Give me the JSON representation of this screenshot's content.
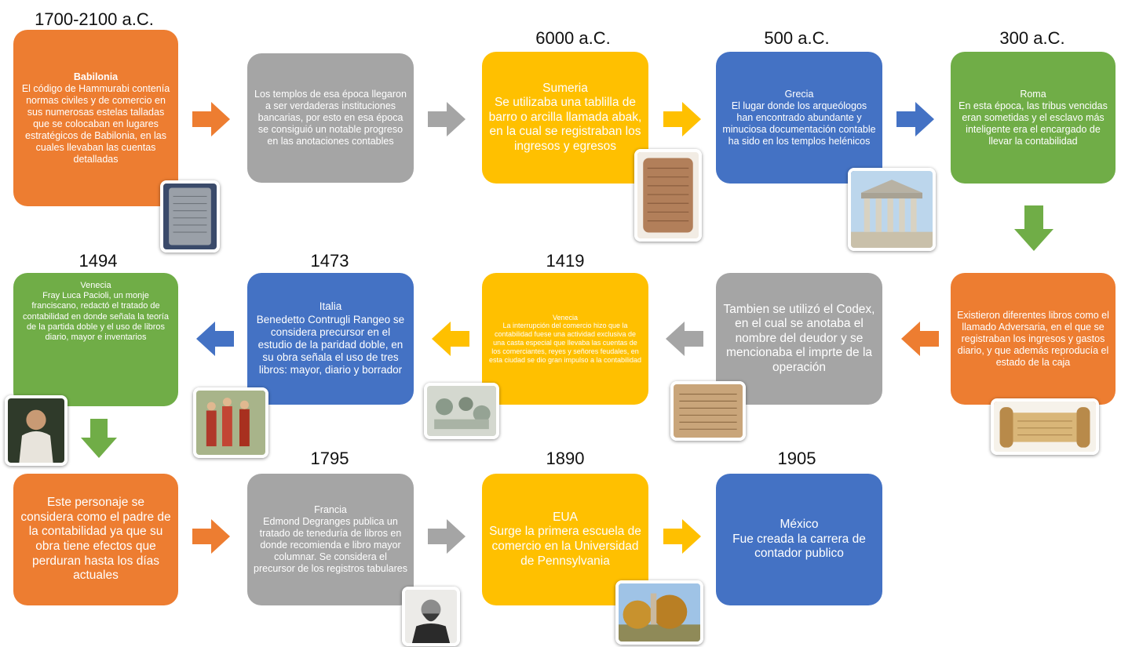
{
  "years": {
    "babilonia": "1700-2100 a.C.",
    "sumeria": "6000 a.C.",
    "grecia": "500 a.C.",
    "roma": "300 a.C.",
    "y1494": "1494",
    "y1473": "1473",
    "y1419": "1419",
    "y1795": "1795",
    "y1890": "1890",
    "y1905": "1905"
  },
  "boxes": {
    "babilonia": {
      "title": "Babilonia",
      "text": "El código de Hammurabi contenía normas civiles y de comercio en sus numerosas estelas talladas que se colocaban en lugares estratégicos de Babilonia, en las cuales llevaban las cuentas detalladas"
    },
    "templos": {
      "text": "Los templos de esa época llegaron a ser verdaderas instituciones bancarias, por esto en esa época se consiguió un notable progreso en las anotaciones contables"
    },
    "sumeria": {
      "title": "Sumeria",
      "text": "Se utilizaba una tablilla de barro o arcilla llamada abak, en la cual se registraban los ingresos y egresos"
    },
    "grecia": {
      "title": "Grecia",
      "text": "El lugar donde los arqueólogos han encontrado abundante y minuciosa documentación contable ha sido en los templos helénicos"
    },
    "roma": {
      "title": "Roma",
      "text": "En esta época, las tribus vencidas eran sometidas y el esclavo más inteligente era el encargado de llevar la contabilidad"
    },
    "libros": {
      "text": "Existieron diferentes libros como el llamado Adversaria, en el que se registraban los ingresos y gastos diario, y que además reproducía el estado de la caja"
    },
    "codex": {
      "text": "Tambien se utilizó el Codex, en el cual se anotaba el nombre del deudor y se mencionaba el imprte de la operación"
    },
    "venecia1419": {
      "title": "Venecia",
      "text": "La interrupción del comercio hizo que la contabilidad fuese una actividad exclusiva de una casta especial que llevaba las cuentas de los comerciantes, reyes y señores feudales, en esta ciudad se dio gran impulso a la contabilidad"
    },
    "italia": {
      "title": "Italia",
      "text": "Benedetto Contrugli Rangeo se considera precursor en el estudio de la paridad doble, en su obra señala el uso de tres libros: mayor, diario y borrador"
    },
    "venecia1494": {
      "title": "Venecia",
      "text": "Fray Luca Pacioli, un monje franciscano, redactó el tratado de contabilidad en donde señala la teoría de la partida doble y el uso de libros diario, mayor e inventarios"
    },
    "padre": {
      "text": "Este personaje se considera como el padre de la contabilidad ya que su obra tiene efectos que perduran hasta los días actuales"
    },
    "francia": {
      "title": "Francia",
      "text": "Edmond Degranges publica un tratado de teneduría de libros en donde recomienda e libro mayor columnar. Se considera el precursor de los registros tabulares"
    },
    "eua": {
      "title": "EUA",
      "text": "Surge la primera escuela de comercio en la Universidad de Pennsylvania"
    },
    "mexico": {
      "title": "México",
      "text": "Fue creada la carrera de contador publico"
    }
  },
  "colors": {
    "orange": "#ed7d31",
    "gray": "#a5a5a5",
    "gold": "#ffc000",
    "blue": "#4472c4",
    "green": "#70ad47"
  }
}
